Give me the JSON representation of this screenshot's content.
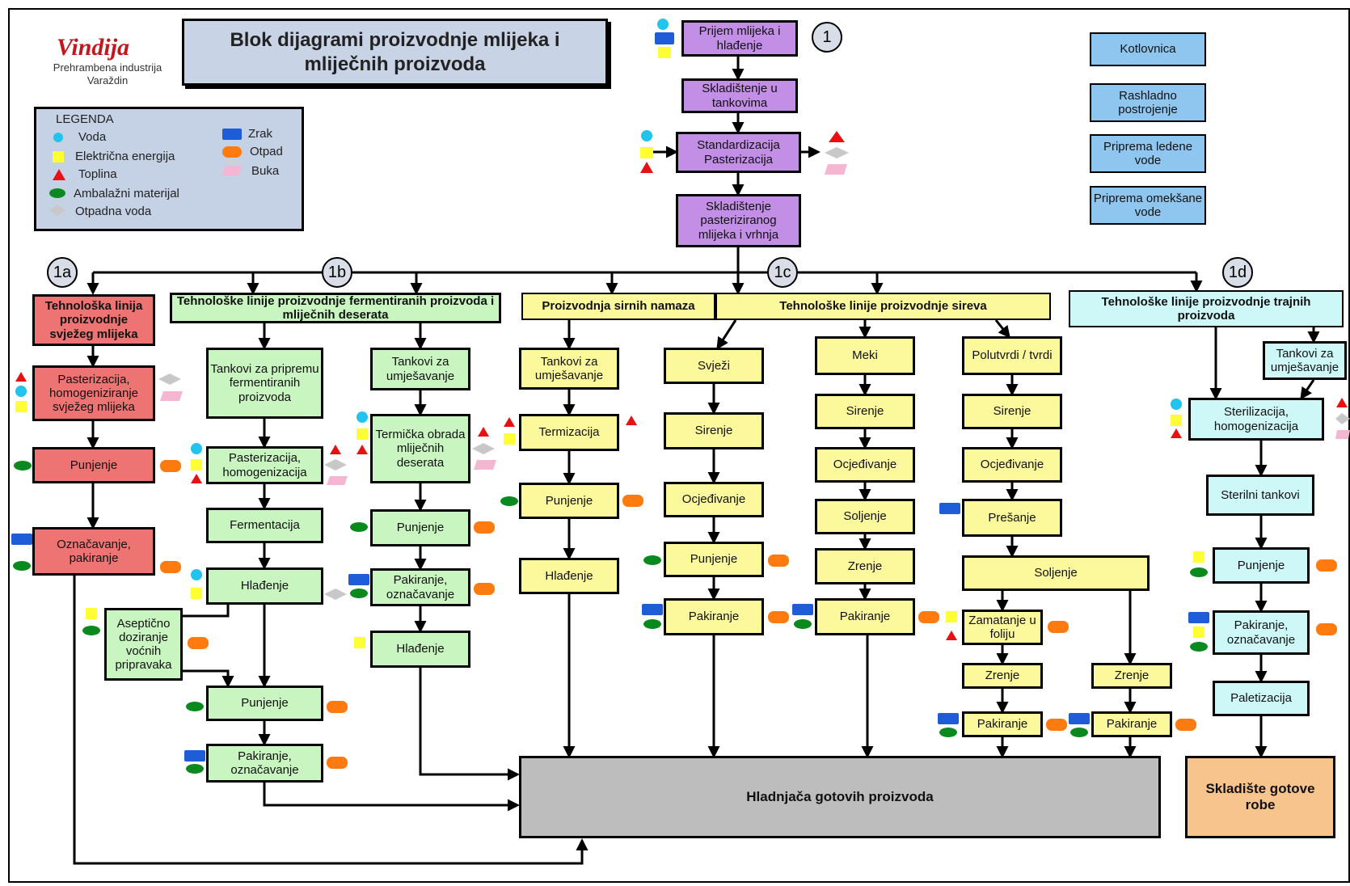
{
  "logo": {
    "brand": "Vindija",
    "subtitle_line1": "Prehrambena industrija",
    "subtitle_line2": "Varaždin"
  },
  "title": {
    "line1": "Blok dijagrami proizvodnje mlijeka i",
    "line2": "mliječnih proizvoda"
  },
  "legend": {
    "heading": "LEGENDA",
    "items": [
      "Voda",
      "Električna energija",
      "Toplina",
      "Ambalažni materijal",
      "Otpadna voda",
      "Zrak",
      "Otpad",
      "Buka"
    ]
  },
  "colors": {
    "voda": "#22c4ee",
    "struja": "#ffff33",
    "toplina": "#e81010",
    "ambalaza": "#0a8a1e",
    "otpadna_voda": "#c8c8c8",
    "zrak": "#1e5cd8",
    "otpad": "#ff7b10",
    "buka": "#f5b6d2"
  },
  "markers": [
    "1",
    "1a",
    "1b",
    "1c",
    "1d"
  ],
  "utilities": [
    "Kotlovnica",
    "Rashladno postrojenje",
    "Priprema ledene vode",
    "Priprema omekšane vode"
  ],
  "main": [
    "Prijem mlijeka i hlađenje",
    "Skladištenje u tankovima",
    "Standardizacija Pasterizacija",
    "Skladištenje pasteriziranog mlijeka i vrhnja"
  ],
  "line1a": {
    "header": "Tehnološka linija proizvodnje svježeg mlijeka",
    "steps": [
      "Pasterizacija, homogeniziranje svježeg mlijeka",
      "Punjenje",
      "Označavanje, pakiranje"
    ]
  },
  "line1b": {
    "header": "Tehnološke linije proizvodnje fermentiranih proizvoda i mliječnih deserata",
    "ferment": [
      "Tankovi za pripremu fermentiranih proizvoda",
      "Pasterizacija, homogenizacija",
      "Fermentacija",
      "Hlađenje",
      "Aseptično doziranje voćnih pripravaka",
      "Punjenje",
      "Pakiranje, označavanje"
    ],
    "desert": [
      "Tankovi za umješavanje",
      "Termička obrada mliječnih deserata",
      "Punjenje",
      "Pakiranje, označavanje",
      "Hlađenje"
    ]
  },
  "line1c": {
    "header_spread": "Proizvodnja sirnih namaza",
    "header_cheese": "Tehnološke linije proizvodnje sireva",
    "spread": [
      "Tankovi za umješavanje",
      "Termizacija",
      "Punjenje",
      "Hlađenje"
    ],
    "fresh": [
      "Svježi",
      "Sirenje",
      "Ocjeđivanje",
      "Punjenje",
      "Pakiranje"
    ],
    "soft": [
      "Meki",
      "Sirenje",
      "Ocjeđivanje",
      "Soljenje",
      "Zrenje",
      "Pakiranje"
    ],
    "hard": [
      "Polutvrdi / tvrdi",
      "Sirenje",
      "Ocjeđivanje",
      "Prešanje",
      "Soljenje",
      "Zamatanje u foliju",
      "Zrenje",
      "Pakiranje",
      "Zrenje",
      "Pakiranje"
    ]
  },
  "line1d": {
    "header": "Tehnološke linije proizvodnje trajnih proizvoda",
    "steps": [
      "Tankovi za umješavanje",
      "Sterilizacija, homogenizacija",
      "Sterilni tankovi",
      "Punjenje",
      "Pakiranje, označavanje",
      "Paletizacija"
    ]
  },
  "cold_storage": "Hladnjača gotovih proizvoda",
  "warehouse": "Skladište gotove robe"
}
